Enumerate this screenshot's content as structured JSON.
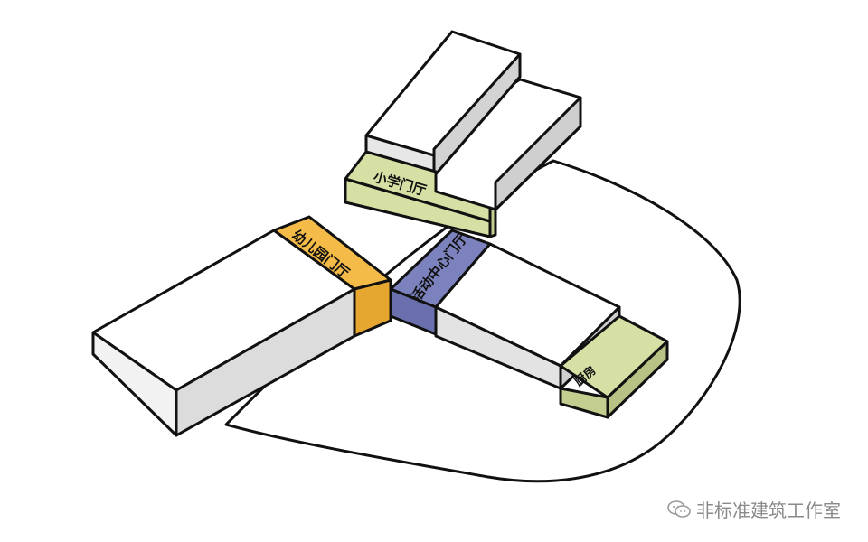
{
  "labels": {
    "primary_lobby": "小学门厅",
    "kindergarten_lobby": "幼儿园门厅",
    "activity_lobby": "活动中心门厅",
    "kitchen": "厨房"
  },
  "watermark": "非标准建筑工作室",
  "colors": {
    "primary_lobby": "#d6e0a4",
    "kindergarten_lobby": "#f4bb48",
    "activity_lobby": "#7b82bd",
    "kitchen": "#d6e0a4",
    "volume": "#ffffff"
  }
}
